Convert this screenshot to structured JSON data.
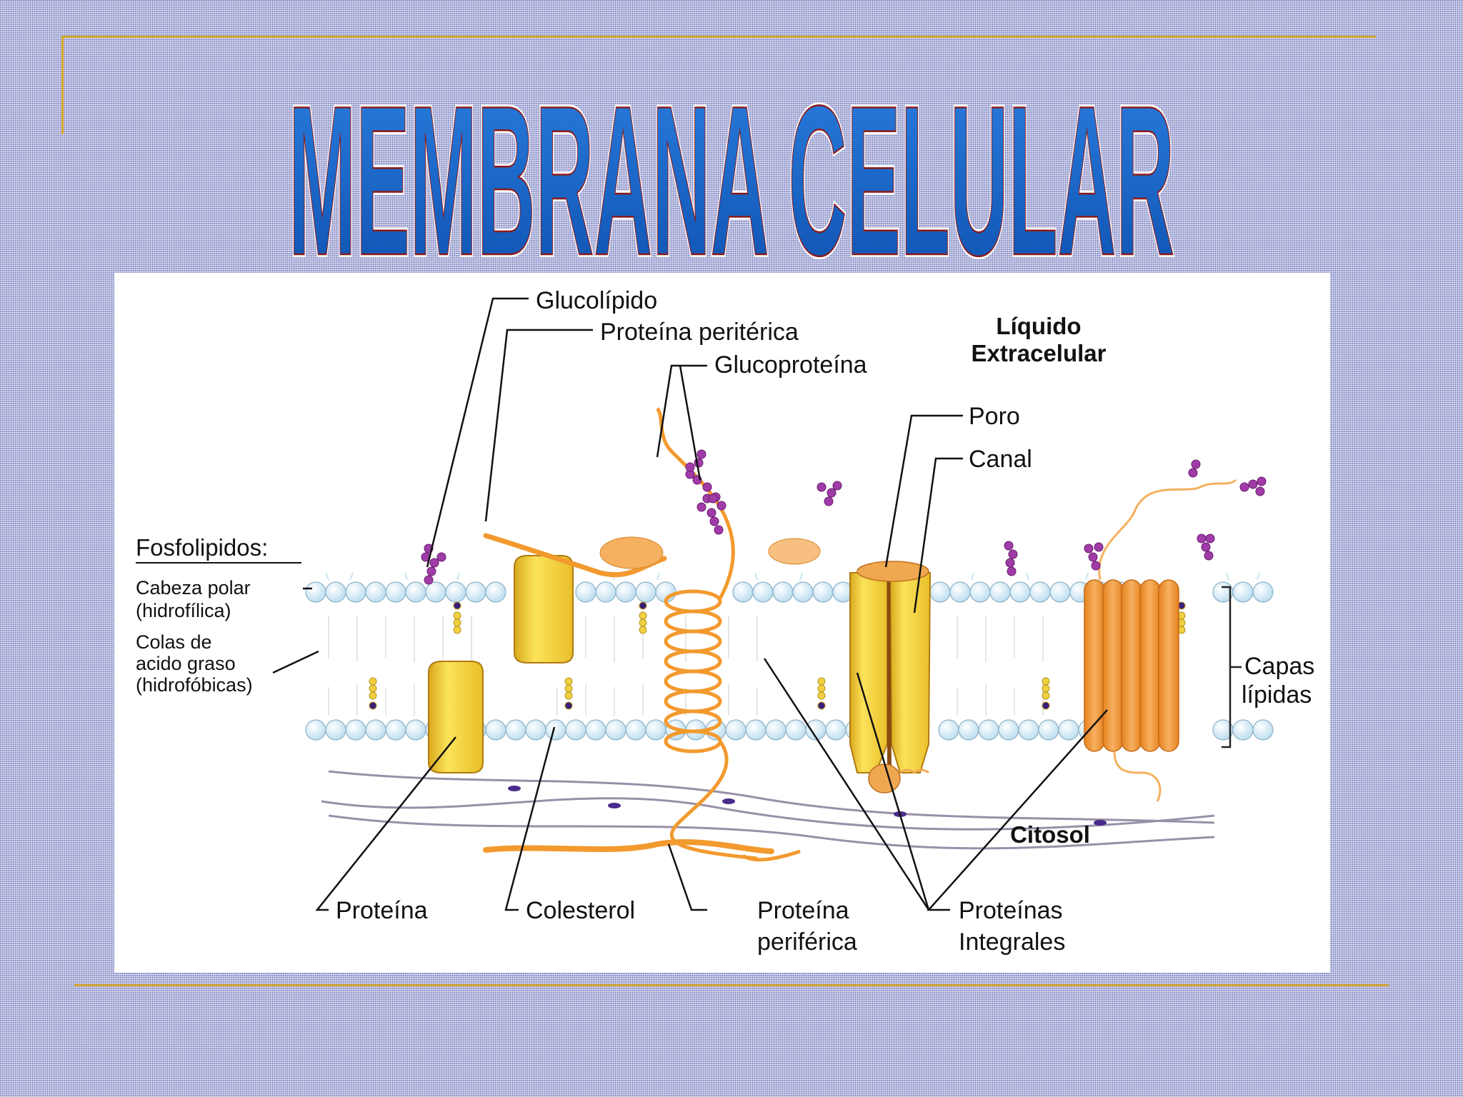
{
  "title": "MEMBRANA CELULAR",
  "colors": {
    "title_fill": "#1464c8",
    "title_outline": "#8b1a1a",
    "rule": "#d6a52a",
    "protein_yellow": "#f5d332",
    "helix_orange": "#f29a2e",
    "sugar_purple": "#a03ca8",
    "bead_blue": "#dbeef8"
  },
  "labels": {
    "glucolipido": "Glucolípido",
    "proteina_periterica": "Proteína peritérica",
    "glucoproteina": "Glucoproteína",
    "liquido": "Líquido",
    "extracelular": "Extracelular",
    "poro": "Poro",
    "canal": "Canal",
    "fosfolipidos": "Fosfolipidos:",
    "cabeza_polar": "Cabeza polar",
    "hidrofilica": "(hidrofílica)",
    "colas_de": "Colas de",
    "acido_graso": "acido graso",
    "hidrofobicas": "(hidrofóbicas)",
    "capas": "Capas",
    "lipidas": "lípidas",
    "citosol": "Citosol",
    "proteina": "Proteína",
    "colesterol": "Colesterol",
    "proteina_periferica_1": "Proteína",
    "proteina_periferica_2": "periférica",
    "proteinas_integrales_1": "Proteínas",
    "proteinas_integrales_2": "Integrales"
  }
}
